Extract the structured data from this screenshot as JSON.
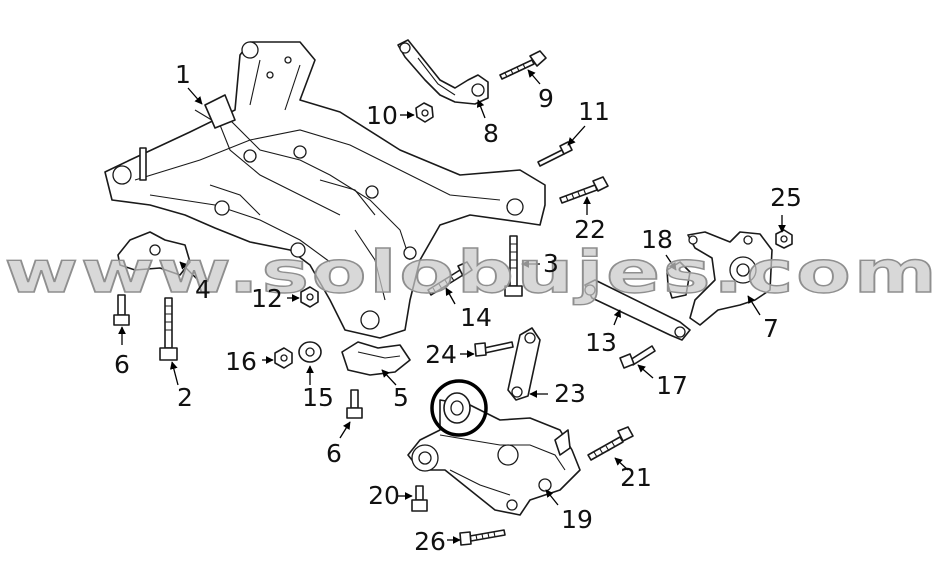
{
  "watermark": {
    "text": "www.solobujes.com",
    "color": "#c9c9c9"
  },
  "highlight": {
    "part": "19 bushing",
    "color": "#000000"
  },
  "callouts": [
    {
      "id": "c1",
      "label": "1"
    },
    {
      "id": "c2",
      "label": "2"
    },
    {
      "id": "c3",
      "label": "3"
    },
    {
      "id": "c4",
      "label": "4"
    },
    {
      "id": "c5",
      "label": "5"
    },
    {
      "id": "c6a",
      "label": "6"
    },
    {
      "id": "c6b",
      "label": "6"
    },
    {
      "id": "c7",
      "label": "7"
    },
    {
      "id": "c8",
      "label": "8"
    },
    {
      "id": "c9",
      "label": "9"
    },
    {
      "id": "c10",
      "label": "10"
    },
    {
      "id": "c11",
      "label": "11"
    },
    {
      "id": "c12",
      "label": "12"
    },
    {
      "id": "c13",
      "label": "13"
    },
    {
      "id": "c14",
      "label": "14"
    },
    {
      "id": "c15",
      "label": "15"
    },
    {
      "id": "c16",
      "label": "16"
    },
    {
      "id": "c17",
      "label": "17"
    },
    {
      "id": "c18",
      "label": "18"
    },
    {
      "id": "c19",
      "label": "19"
    },
    {
      "id": "c20",
      "label": "20"
    },
    {
      "id": "c21",
      "label": "21"
    },
    {
      "id": "c22",
      "label": "22"
    },
    {
      "id": "c23",
      "label": "23"
    },
    {
      "id": "c24",
      "label": "24"
    },
    {
      "id": "c25",
      "label": "25"
    },
    {
      "id": "c26",
      "label": "26"
    }
  ]
}
